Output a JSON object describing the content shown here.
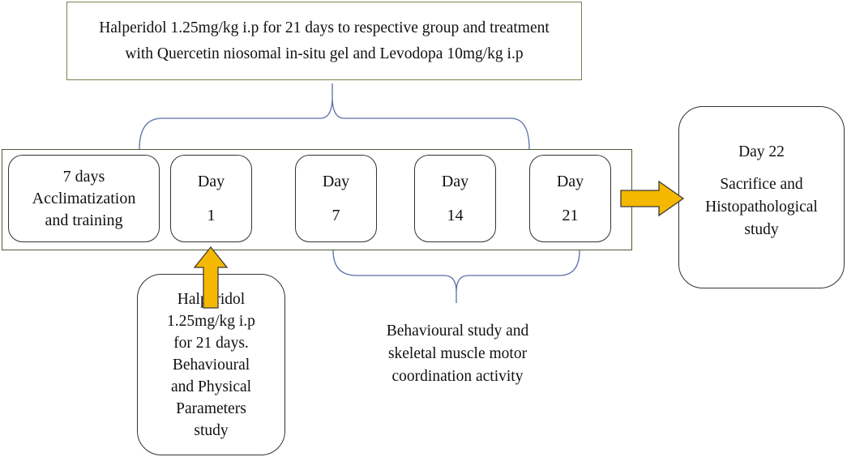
{
  "top_box": {
    "line1": "Halperidol 1.25mg/kg i.p for 21 days to respective group and treatment",
    "line2": "with Quercetin niosomal in-situ gel and Levodopa 10mg/kg i.p"
  },
  "timeline": {
    "acclimatization": {
      "line1": "7 days",
      "line2": "Acclimatization",
      "line3": "and training"
    },
    "days": [
      {
        "label": "Day",
        "number": "1"
      },
      {
        "label": "Day",
        "number": "7"
      },
      {
        "label": "Day",
        "number": "14"
      },
      {
        "label": "Day",
        "number": "21"
      }
    ]
  },
  "final_box": {
    "title": "Day 22",
    "line1": "Sacrifice and",
    "line2": "Histopathological",
    "line3": "study"
  },
  "halperidol_box": {
    "lines": [
      "Halperidol",
      "1.25mg/kg i.p",
      "for 21 days.",
      "Behavioural",
      "and Physical",
      "Parameters",
      "study"
    ]
  },
  "behaviour_box": {
    "line1": "Behavioural study and",
    "line2": "skeletal muscle motor",
    "line3": "coordination activity"
  },
  "colors": {
    "arrow_fill": "#f5b800",
    "arrow_stroke": "#3a3a3a",
    "brace_stroke": "#5b6fa8"
  }
}
